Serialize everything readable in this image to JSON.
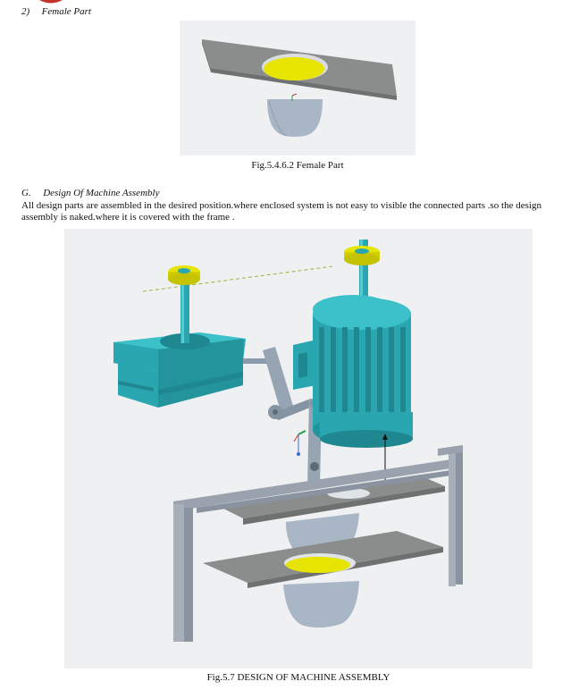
{
  "section_2": {
    "number": "2)",
    "title": "Female Part"
  },
  "fig1": {
    "caption": "Fig.5.4.6.2 Female Part"
  },
  "section_g": {
    "letter": "G.",
    "title": "Design Of Machine Assembly",
    "paragraph": "All design parts are assembled in the desired position.where enclosed system is not easy to visible the connected parts .so the design assembly is naked.where it is covered with the frame ."
  },
  "fig2": {
    "caption": "Fig.5.7 DESIGN OF MACHINE ASSEMBLY"
  },
  "colors": {
    "plate": "#8a8d8c",
    "teal": "#2aa6b0",
    "yellow": "#e6e400",
    "cone": "#a9b6c6",
    "frame": "#9aa3ad",
    "background": "#eef0f2"
  }
}
